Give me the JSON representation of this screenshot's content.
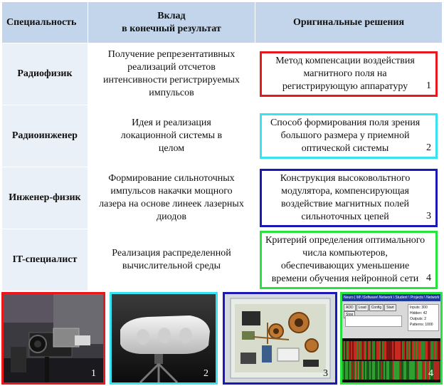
{
  "table": {
    "headers": {
      "specialty": "Специальность",
      "contribution": "Вклад\nв конечный результат",
      "solutions": "Оригинальные решения"
    },
    "rows": [
      {
        "specialty": "Радиофизик",
        "contribution": "Получение репрезентативных реализаций отсчетов интенсивности регистрируемых импульсов",
        "solution": "Метод компенсации воздействия магнитного поля на регистрирующую аппаратуру",
        "number": "1",
        "border_color": "#e8181c"
      },
      {
        "specialty": "Радиоинженер",
        "contribution": "Идея и реализация локационной системы в целом",
        "solution": "Способ формирования поля зрения большого размера у приемной оптической системы",
        "number": "2",
        "border_color": "#39e2ef"
      },
      {
        "specialty": "Инженер-физик",
        "contribution": "Формирование сильноточных импульсов накачки мощного лазера на основе линеек лазерных диодов",
        "solution": "Конструкция высоковольтного модулятора, компенсирующая воздействие магнитных полей сильноточных цепей",
        "number": "3",
        "border_color": "#1b18b8"
      },
      {
        "specialty": "IT-специалист",
        "contribution": "Реализация распределенной вычислительной среды",
        "solution": "Критерий определения оптимального числа компьютеров, обеспечивающих уменьшение времени обучения нейронной сети",
        "number": "4",
        "border_color": "#27e33d"
      }
    ]
  },
  "photos": [
    {
      "label": "1",
      "border_color": "#e8181c",
      "subject": "camera-equipment"
    },
    {
      "label": "2",
      "border_color": "#39e2ef",
      "subject": "optical-receiver-model"
    },
    {
      "label": "3",
      "border_color": "#1b18b8",
      "subject": "circuit-board"
    },
    {
      "label": "4",
      "border_color": "#27e33d",
      "subject": "software-window"
    }
  ],
  "software_window": {
    "title": "Neuro | \\M\\ \\Software\\ Network \\ Student \\ Projects \\ Network \\",
    "buttons": [
      "ADD",
      "Load",
      "Config",
      "Start",
      "Stop"
    ],
    "stats": [
      "Inputs: 300",
      "Hidden: 42",
      "Outputs: 2",
      "Patterns: 1000"
    ]
  }
}
